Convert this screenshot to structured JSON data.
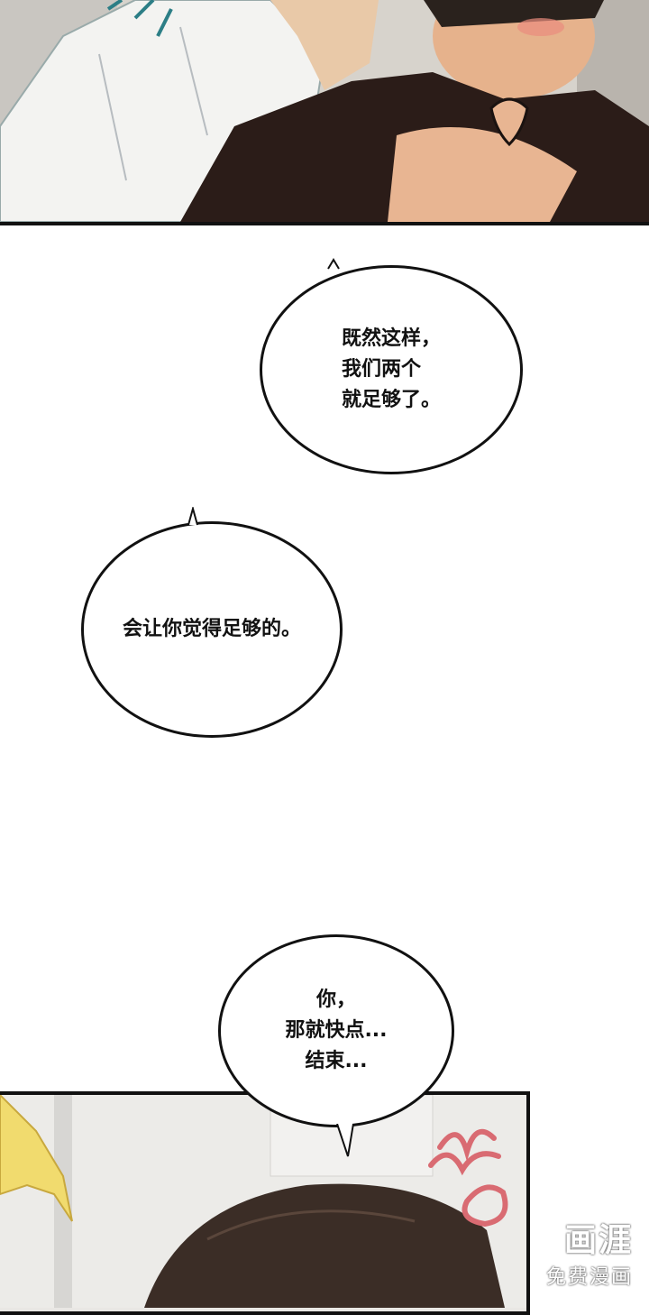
{
  "bubbles": [
    {
      "text": "既然这样，\n我们两个\n就足够了。"
    },
    {
      "text": "会让你觉得足够的。"
    },
    {
      "text": "你，\n那就快点...\n结束..."
    }
  ],
  "watermark": {
    "title": "画涯",
    "subtitle": "免费漫画"
  }
}
